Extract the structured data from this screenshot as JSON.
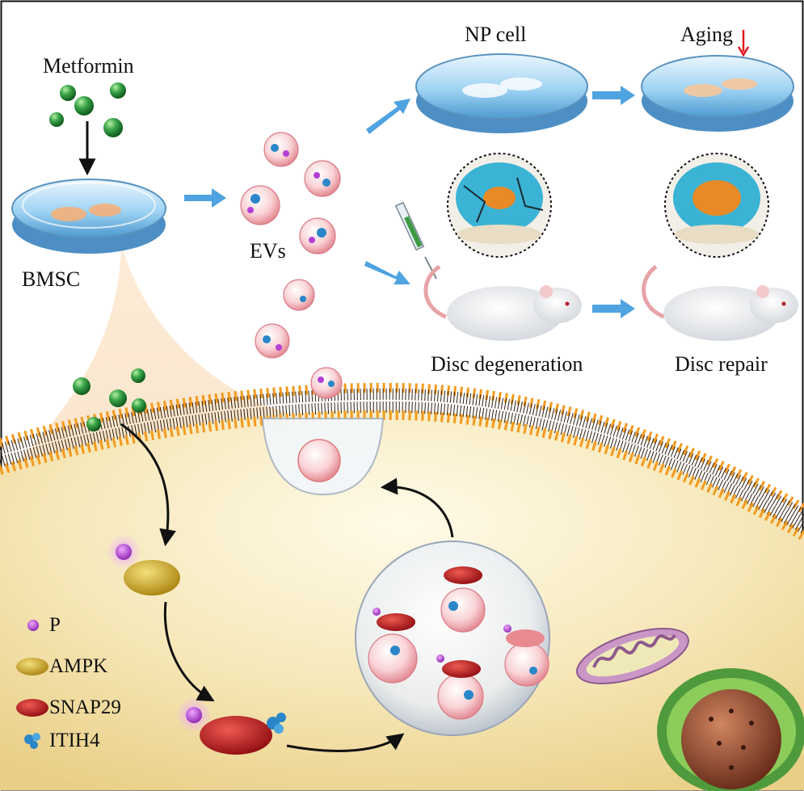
{
  "labels": {
    "metformin": "Metformin",
    "bmsc": "BMSC",
    "evs": "EVs",
    "np_cell": "NP cell",
    "aging": "Aging",
    "disc_degeneration": "Disc degeneration",
    "disc_repair": "Disc repair"
  },
  "legend": {
    "p": "P",
    "ampk": "AMPK",
    "snap29": "SNAP29",
    "itih4": "ITIH4"
  },
  "colors": {
    "metformin_green": "#2f9a3e",
    "membrane_orange": "#f39a1f",
    "ampk_yellow": "#c9a21a",
    "snap29_red": "#c0171c",
    "itih4_blue": "#2a86c8",
    "phosphate_purple": "#b33fd6",
    "arrow_blue": "#4fa3e0",
    "aging_down_arrow": "#e0161d",
    "disc_blue": "#3ab3d4",
    "disc_core_orange": "#e88a26"
  }
}
